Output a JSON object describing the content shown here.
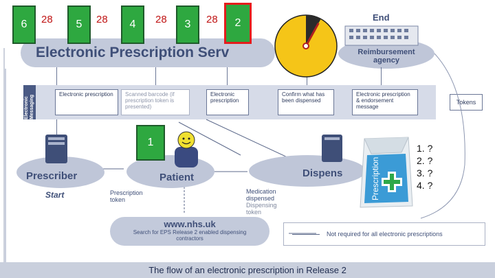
{
  "counters": [
    {
      "number": "6",
      "score": "28"
    },
    {
      "number": "5",
      "score": "28"
    },
    {
      "number": "4",
      "score": "28"
    },
    {
      "number": "3",
      "score": "28"
    },
    {
      "number": "2",
      "score": ""
    }
  ],
  "counter_patient": {
    "number": "1"
  },
  "timer": {
    "remaining_fraction": 0.92
  },
  "diagram": {
    "title": "Electronic Prescription Serv",
    "end_label": "End",
    "reimbursement": "Reimbursement agency",
    "messaging_side": "Electronic Messaging",
    "messages": [
      "Electronic prescription",
      "Scanned barcode (if prescription token is presented)",
      "Electronic prescription",
      "Confirm what has been dispensed",
      "Electronic prescription & endorsement message"
    ],
    "tokens": "Tokens",
    "prescriber": "Prescriber",
    "start": "Start",
    "patient": "Patient",
    "dispenser": "Dispens",
    "prescription_token": "Prescription token",
    "medication_dispensed": "Medication dispensed",
    "dispensing_token": "Dispensing token",
    "nhs_site": "www.nhs.uk",
    "nhs_desc": "Search for EPS Release 2 enabled dispensing contractors",
    "legend": "Not required for all electronic prescriptions",
    "bag_label": "Prescription",
    "caption": "The flow of an electronic prescription in Release 2"
  },
  "questions": [
    "1.  ?",
    "2.  ?",
    "3.  ?",
    "4.  ?"
  ]
}
